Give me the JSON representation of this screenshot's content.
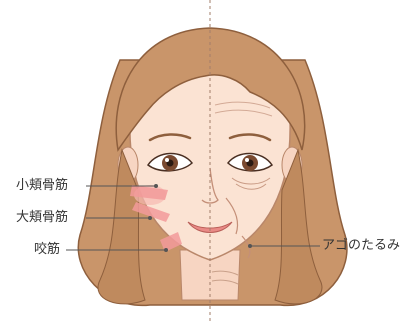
{
  "labels": {
    "left_upper": "小頬骨筋",
    "left_middle": "大頬骨筋",
    "left_lower": "咬筋",
    "right": "アゴのたるみ"
  },
  "colors": {
    "hair": "#c9956a",
    "hair_shadow": "#a9744d",
    "skin": "#fbe3d3",
    "skin_shadow": "#efc6b0",
    "muscle": "#f29a9a",
    "line": "#555555",
    "divider": "#a27d6a"
  }
}
